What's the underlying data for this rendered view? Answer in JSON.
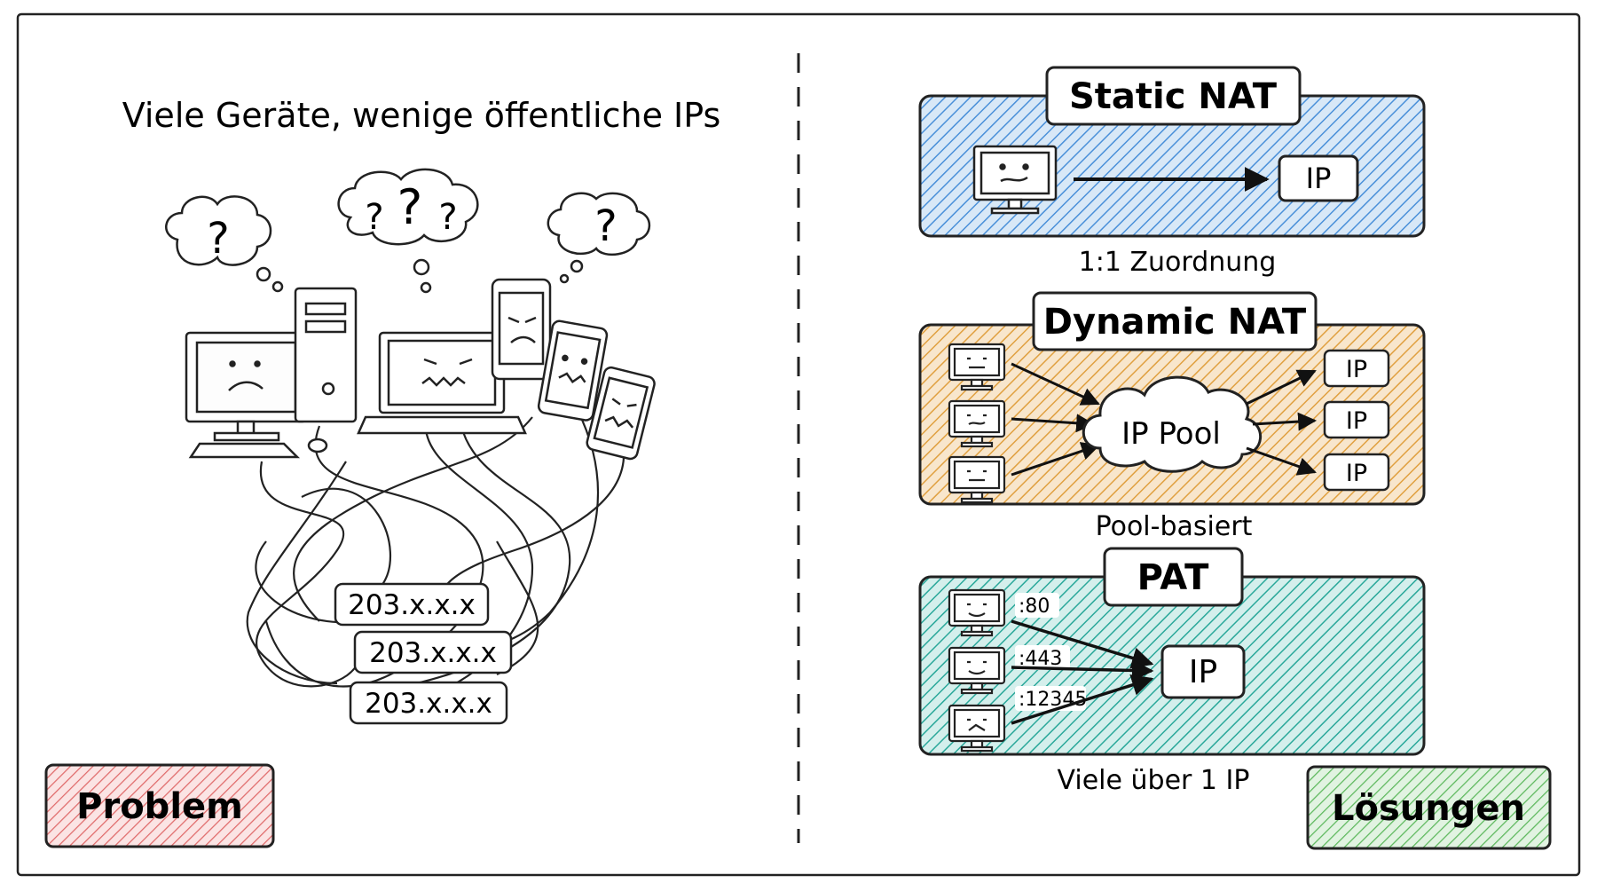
{
  "problem": {
    "title": "Viele Geräte, wenige öffentliche IPs",
    "thought_marks": [
      "?",
      "?",
      "?",
      "?",
      "?"
    ],
    "ip_labels": [
      "203.x.x.x",
      "203.x.x.x",
      "203.x.x.x"
    ],
    "badge": "Problem"
  },
  "solutions": {
    "static_nat": {
      "title": "Static NAT",
      "target": "IP",
      "caption": "1:1 Zuordnung"
    },
    "dynamic_nat": {
      "title": "Dynamic NAT",
      "pool": "IP Pool",
      "targets": [
        "IP",
        "IP",
        "IP"
      ],
      "caption": "Pool-basiert"
    },
    "pat": {
      "title": "PAT",
      "ports": [
        ":80",
        ":443",
        ":12345"
      ],
      "target": "IP",
      "caption": "Viele über 1 IP"
    },
    "badge": "Lösungen"
  },
  "colors": {
    "problem_badge": "#e06a6a",
    "solutions_badge": "#5cb85c",
    "static_panel": "#4a90d9",
    "dynamic_panel": "#e0a040",
    "pat_panel": "#2aa89a"
  }
}
